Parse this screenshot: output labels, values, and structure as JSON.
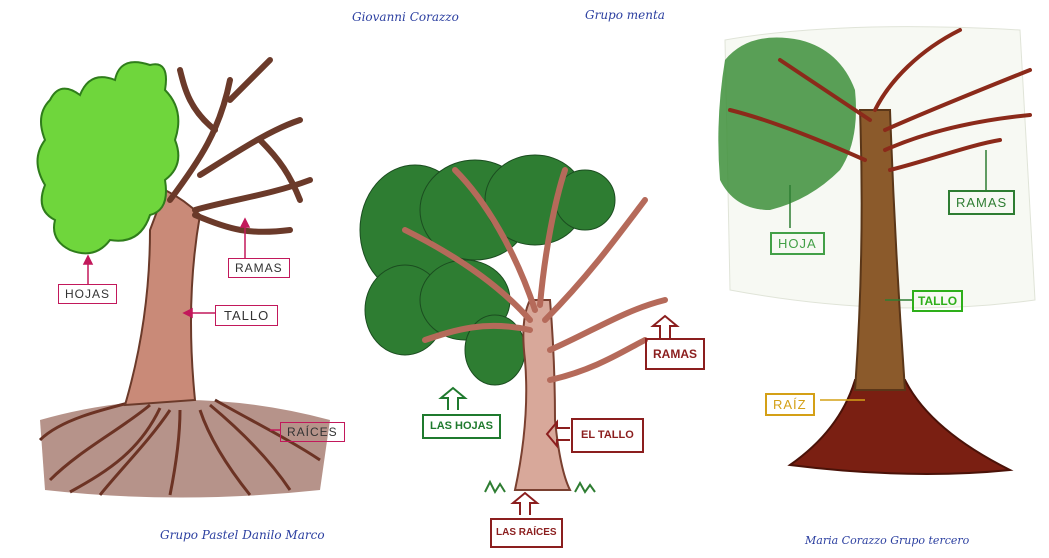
{
  "header": {
    "student_name": "Giovanni Corazzo",
    "group_name": "Grupo menta"
  },
  "drawings": [
    {
      "labels": {
        "leaves": "HOJAS",
        "branches": "RAMAS",
        "trunk": "TALLO",
        "roots": "RAÍCES"
      },
      "signature": "Grupo Pastel  Danilo Marco",
      "colors": {
        "label_ink": "#c2185b",
        "leaves": "#6fd63c",
        "trunk": "#c98a78",
        "roots": "#5b2a1e"
      }
    },
    {
      "labels": {
        "leaves": "LAS HOJAS",
        "branches": "RAMAS",
        "trunk": "EL TALLO",
        "roots": "LAS RAÍCES"
      },
      "colors": {
        "leaves_label": "#1f7a2e",
        "other_labels": "#8b1e1e",
        "leaves": "#2e7d32",
        "trunk": "#d8a89a"
      }
    },
    {
      "labels": {
        "leaves": "HOJA",
        "branches": "RAMAS",
        "trunk": "TALLO",
        "roots": "RAÍZ"
      },
      "signature": "Maria Corazzo  Grupo tercero",
      "colors": {
        "leaves_label": "#43a047",
        "branches_label": "#2e7d32",
        "trunk_label": "#2eaf1a",
        "roots_label": "#d4a017",
        "leaves": "#3d8f3a",
        "trunk": "#8b5a2b",
        "roots": "#7a1f12"
      }
    }
  ]
}
